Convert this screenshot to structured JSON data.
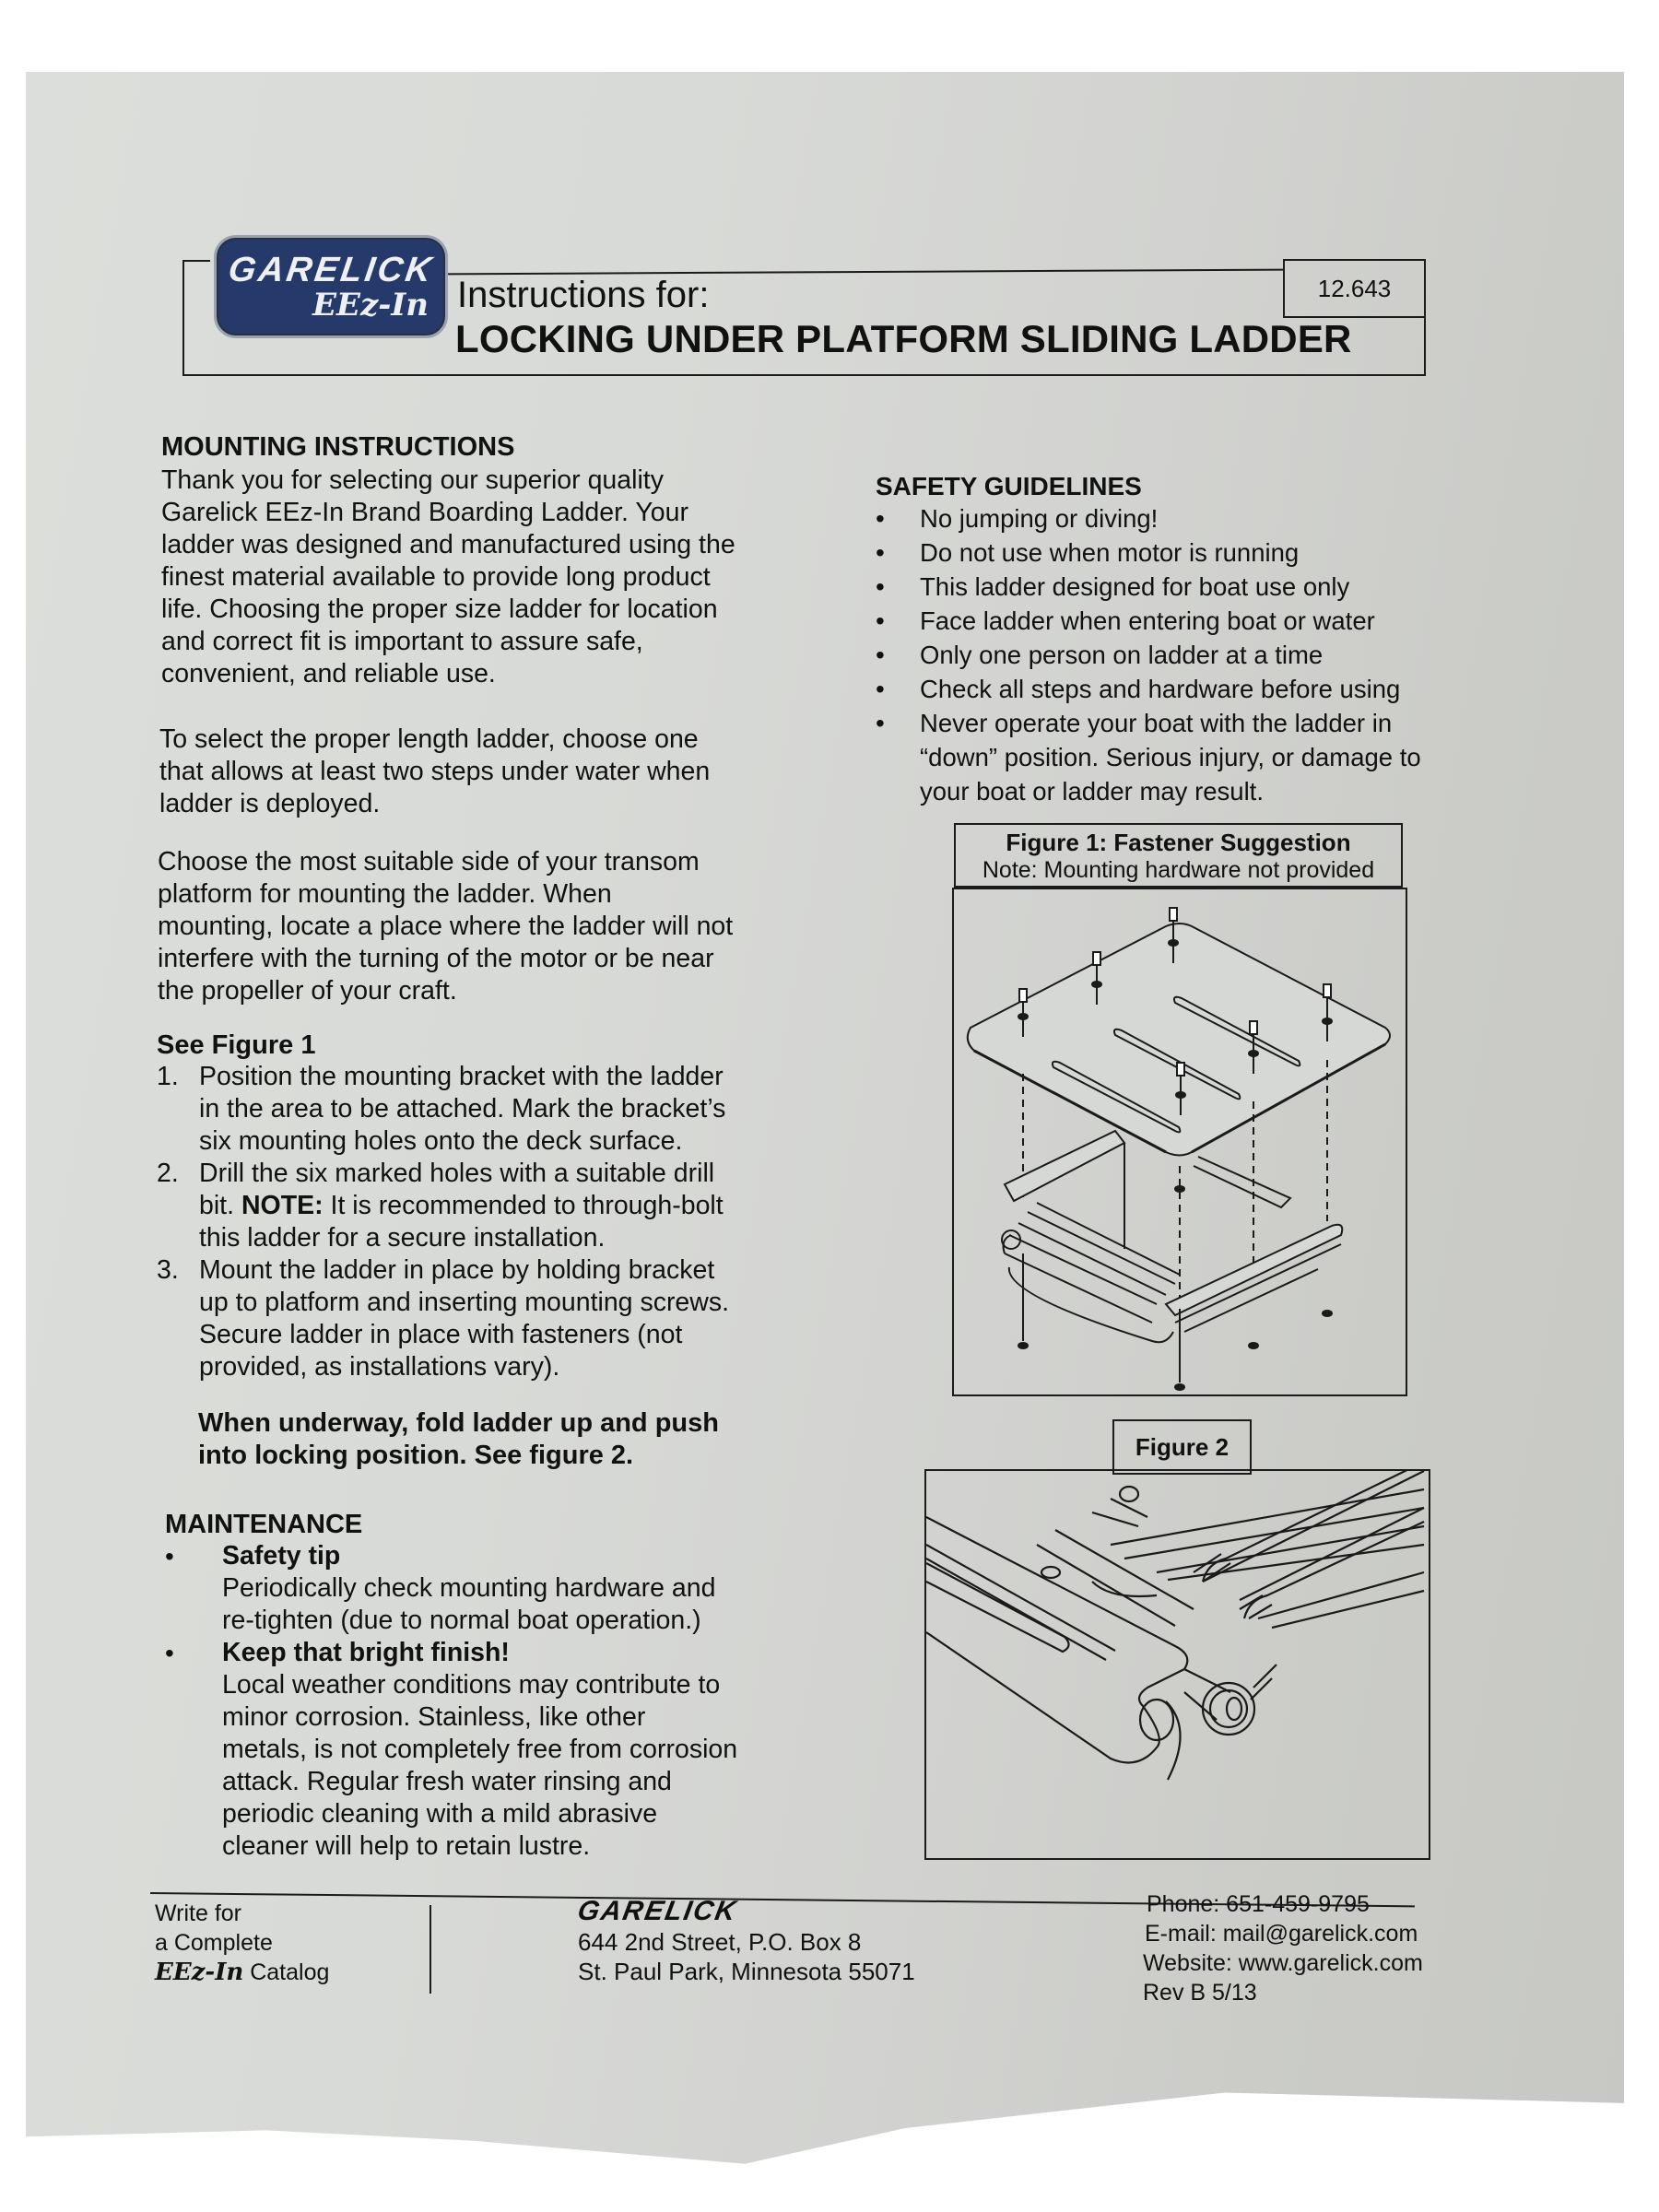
{
  "header": {
    "logo_brand": "GARELICK",
    "logo_sub": "EEz-In",
    "instructions_for": "Instructions for:",
    "title": "LOCKING UNDER PLATFORM SLIDING LADDER",
    "doc_number": "12.643"
  },
  "mounting": {
    "heading": "MOUNTING INSTRUCTIONS",
    "intro_lines": [
      "Thank you for selecting our superior quality",
      "Garelick EEz-In Brand Boarding Ladder.  Your",
      "ladder was designed and manufactured using the",
      "finest material available to provide long product",
      "life.  Choosing the proper size ladder for location",
      "and correct fit is important to assure safe,",
      "convenient, and reliable use."
    ],
    "length_lines": [
      "To select the proper length ladder, choose one",
      "that allows at least two steps under water when",
      "ladder is deployed."
    ],
    "side_lines": [
      "Choose the most suitable side of your transom",
      "platform for mounting the ladder.  When",
      "mounting, locate a place where the ladder will not",
      "interfere with the turning of the motor or be near",
      "the propeller of your craft."
    ],
    "see_figure": "See Figure 1",
    "steps": [
      {
        "num": "1.",
        "lines": [
          "Position the mounting bracket with the ladder",
          "in the area to be attached.  Mark the bracket’s",
          "six mounting holes onto the deck surface."
        ]
      },
      {
        "num": "2.",
        "line1": "Drill the six marked holes with a suitable drill",
        "line2_pre": "bit.  ",
        "note_label": "NOTE:",
        "line2_post": "  It is recommended to through-bolt",
        "line3": "this ladder for a secure installation."
      },
      {
        "num": "3.",
        "lines": [
          "Mount the ladder in place by holding bracket",
          "up to platform and inserting mounting screws.",
          "Secure ladder in place with fasteners (not",
          "provided, as installations vary)."
        ]
      }
    ],
    "underway_lines": [
      "When underway, fold ladder up and push",
      "into locking position. See figure 2."
    ]
  },
  "maintenance": {
    "heading": "MAINTENANCE",
    "items": [
      {
        "title": "Safety tip",
        "lines": [
          "Periodically check mounting hardware and",
          "re-tighten (due to normal boat operation.)"
        ]
      },
      {
        "title": "Keep that bright finish!",
        "lines": [
          "Local weather conditions may contribute to",
          "minor corrosion.  Stainless, like other",
          "metals, is not completely free from corrosion",
          "attack.  Regular fresh water rinsing and",
          "periodic cleaning with a mild abrasive",
          "cleaner will help to retain lustre."
        ]
      }
    ]
  },
  "safety": {
    "heading": "SAFETY GUIDELINES",
    "items": [
      "No jumping or diving!",
      "Do not use when motor is running",
      "This ladder designed for boat use only",
      "Face ladder when entering boat or water",
      "Only one person on ladder at a time",
      "Check all steps and hardware before using"
    ],
    "last_item_lines": [
      "Never operate your boat with the ladder in",
      "“down” position.  Serious injury, or damage to",
      "your boat or ladder may result."
    ]
  },
  "figure1": {
    "title": "Figure 1: Fastener Suggestion",
    "note": "Note: Mounting hardware not provided"
  },
  "figure2": {
    "title": "Figure 2"
  },
  "footer": {
    "catalog_line1": "Write for",
    "catalog_line2": "a Complete",
    "catalog_brand": "EEz-In",
    "catalog_word": "Catalog",
    "company": "GARELICK",
    "address_line1": "644 2nd Street, P.O. Box 8",
    "address_line2": "St. Paul Park, Minnesota 55071",
    "phone": "Phone: 651-459-9795",
    "email": "E-mail: mail@garelick.com",
    "website": "Website: www.garelick.com",
    "revision": "Rev B 5/13"
  },
  "colors": {
    "paper": "#d8dad7",
    "ink": "#111111",
    "logo_navy": "#253a6b"
  }
}
